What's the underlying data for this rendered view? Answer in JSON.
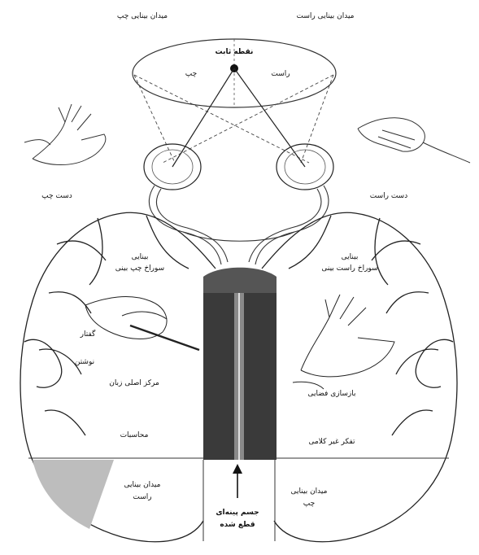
{
  "labels": {
    "top_left_visual_field": "میدان بینایی چپ",
    "top_right_visual_field": "میدان بینایی راست",
    "fixation_point": "نقطه ثابت",
    "field_left": "چپ",
    "field_right": "راست",
    "left_hand": "دست چپ",
    "right_hand": "دست راست",
    "left_vision_line1": "بینایی",
    "left_vision_line2": "سوراخ چپ بینی",
    "right_vision_line1": "بینایی",
    "right_vision_line2": "سوراخ راست بینی",
    "writing": "گفتار",
    "reading": "نوشتن",
    "language_center": "مرکز اصلی زبان",
    "calculation": "محاسبات",
    "spatial_construction": "بازسازی فضایی",
    "nonverbal_thinking": "تفکر غیر کلامی",
    "bottom_left_field_line1": "میدان بینایی",
    "bottom_left_field_line2": "راست",
    "bottom_right_field_line1": "میدان بینایی",
    "bottom_right_field_line2": "چپ",
    "corpus_line1": "جسم پینه‌ای",
    "corpus_line2": "قطع شده"
  }
}
